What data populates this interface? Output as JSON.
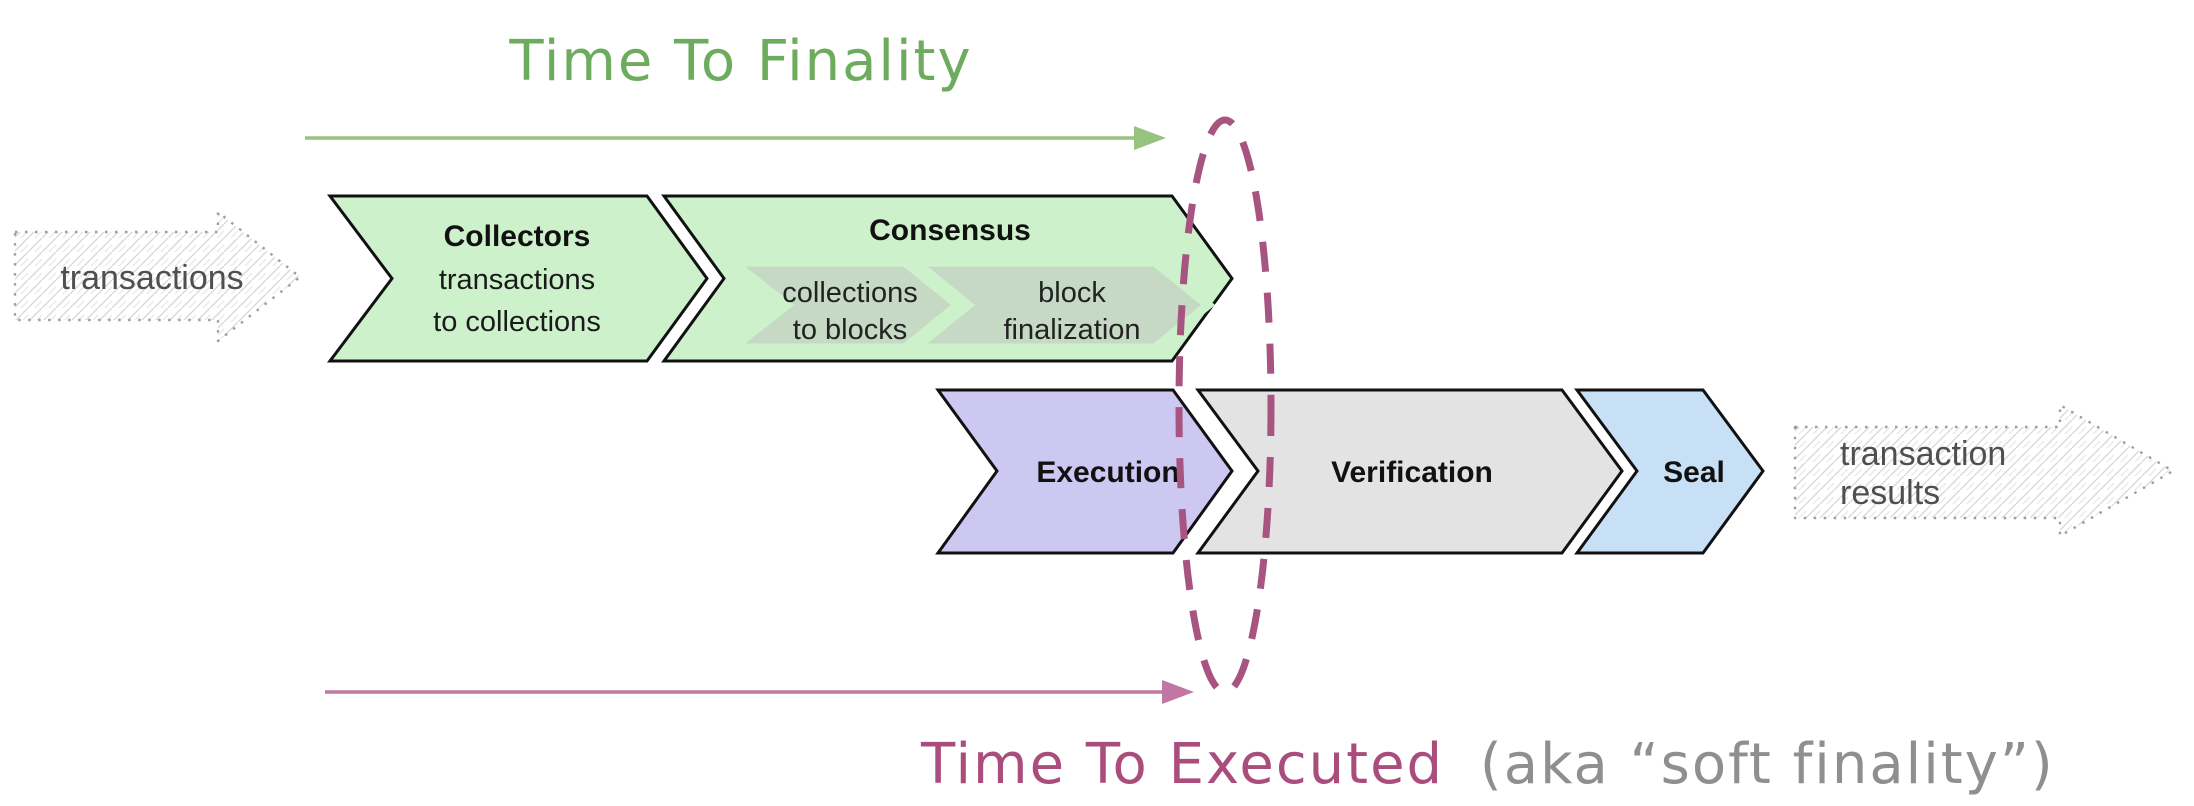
{
  "annotations": {
    "time_to_finality": "Time To Finality",
    "time_to_executed": "Time To Executed",
    "time_to_executed_suffix": "(aka “soft finality”)",
    "input_label": "transactions",
    "output_label_line1": "transaction",
    "output_label_line2": "results"
  },
  "pipeline": {
    "collectors": {
      "title": "Collectors",
      "line1": "transactions",
      "line2": "to collections"
    },
    "consensus": {
      "title": "Consensus",
      "sub1_line1": "collections",
      "sub1_line2": "to blocks",
      "sub2_line1": "block",
      "sub2_line2": "finalization"
    },
    "execution": {
      "title": "Execution"
    },
    "verification": {
      "title": "Verification"
    },
    "seal": {
      "title": "Seal"
    }
  },
  "colors": {
    "time_to_finality_green": "#6dac5e",
    "finality_arrow_green": "#97c27f",
    "stage_green": "#cdf2cb",
    "substage_gray_green": "#c5d9c4",
    "execution_purple": "#ccc8f2",
    "verification_gray": "#e3e3e3",
    "seal_blue": "#c8e0f5",
    "ellipse_maroon": "#a85480",
    "executed_arrow_pink": "#c077a4",
    "executed_maroon": "#aa4d7d",
    "soft_finality_gray": "#8f8f8f",
    "outline_black": "#111111"
  }
}
